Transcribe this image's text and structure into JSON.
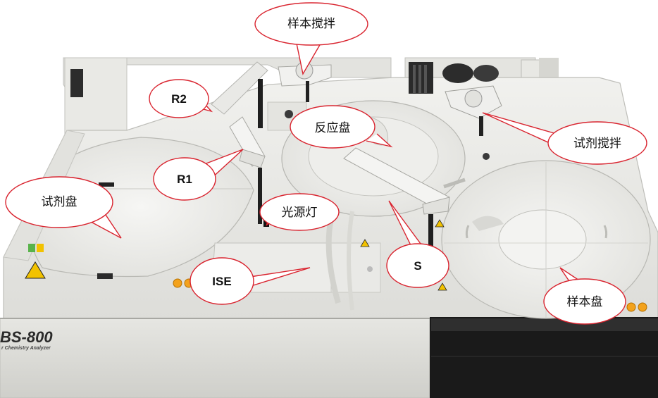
{
  "image": {
    "subject": "BS-800 Chemistry Analyzer",
    "brand_label": "BS-800",
    "brand_sublabel": "r Chemistry Analyzer"
  },
  "callouts": {
    "sample_mixer": "样本搅拌",
    "r2": "R2",
    "reaction_disk": "反应盘",
    "reagent_mixer": "试剂搅拌",
    "r1": "R1",
    "reagent_disk": "试剂盘",
    "light_source": "光源灯",
    "ise": "ISE",
    "s_probe": "S",
    "sample_disk": "样本盘"
  },
  "colors": {
    "callout_outline": "#d9232e",
    "machine_body": "#ebebe8",
    "machine_shadow": "#c9c9c5",
    "panel_dark": "#1a1a1a",
    "warning_yellow": "#f2c200",
    "indicator_orange": "#f3a21c"
  }
}
